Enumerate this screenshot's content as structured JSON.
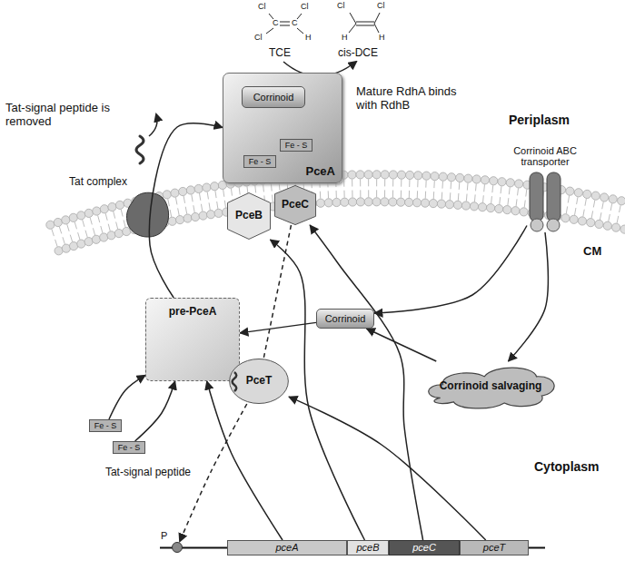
{
  "diagram": {
    "nodes": [
      {
        "text": [
          "PceA"
        ]
      },
      {
        "text": [
          "Corrinoid"
        ],
        "in": 0
      },
      {
        "text": [
          "Fe - S"
        ],
        "in": 0
      },
      {
        "text": [
          "Fe - S"
        ],
        "in": 0
      },
      {
        "text": [
          "PceB"
        ]
      },
      {
        "text": [
          "PceC"
        ]
      },
      {
        "text": [
          "Corrinoid ABC transporter"
        ]
      },
      {
        "text": [
          "pre-PceA"
        ]
      },
      {
        "text": [
          "PceT"
        ]
      },
      {
        "text": [
          "Corrinoid"
        ]
      },
      {
        "text": [
          "Corrinoid salvaging"
        ]
      },
      {
        "text": [
          "Fe - S"
        ]
      },
      {
        "text": [
          "Fe - S"
        ]
      },
      {
        "text": [
          "P"
        ]
      },
      {
        "text": [
          "pceA"
        ]
      },
      {
        "text": [
          "pceB"
        ]
      },
      {
        "text": [
          "pceC"
        ]
      },
      {
        "text": [
          "pceT"
        ]
      }
    ],
    "edges": [
      {
        "from": 7,
        "to": 0,
        "arrow": "to"
      },
      {
        "from": 14,
        "to": 7,
        "arrow": "to"
      },
      {
        "from": 11,
        "to": 7,
        "arrow": "to"
      },
      {
        "from": 12,
        "to": 7,
        "arrow": "to"
      },
      {
        "from": 9,
        "to": 7,
        "arrow": "to"
      },
      {
        "from": 6,
        "to": 9,
        "arrow": "to"
      },
      {
        "from": 6,
        "to": 10,
        "arrow": "to"
      },
      {
        "from": 10,
        "to": 9,
        "arrow": "to"
      },
      {
        "from": 15,
        "to": 4,
        "arrow": "to"
      },
      {
        "from": 16,
        "to": 5,
        "arrow": "to"
      },
      {
        "from": 17,
        "to": 8,
        "arrow": "to"
      },
      {
        "from": 5,
        "to": 8,
        "arrow": "none"
      },
      {
        "from": 8,
        "to": 13,
        "arrow": "to"
      }
    ],
    "labels": [
      "Cl",
      "Cl",
      "C",
      "C",
      "Cl",
      "H",
      "Cl",
      "Cl",
      "H",
      "H",
      "TCE",
      "cis-DCE",
      "Tat-signal peptide is removed",
      "Mature RdhA binds with RdhB",
      "Periplasm",
      "Tat complex",
      "CM",
      "Tat-signal peptide",
      "Cytoplasm"
    ]
  }
}
